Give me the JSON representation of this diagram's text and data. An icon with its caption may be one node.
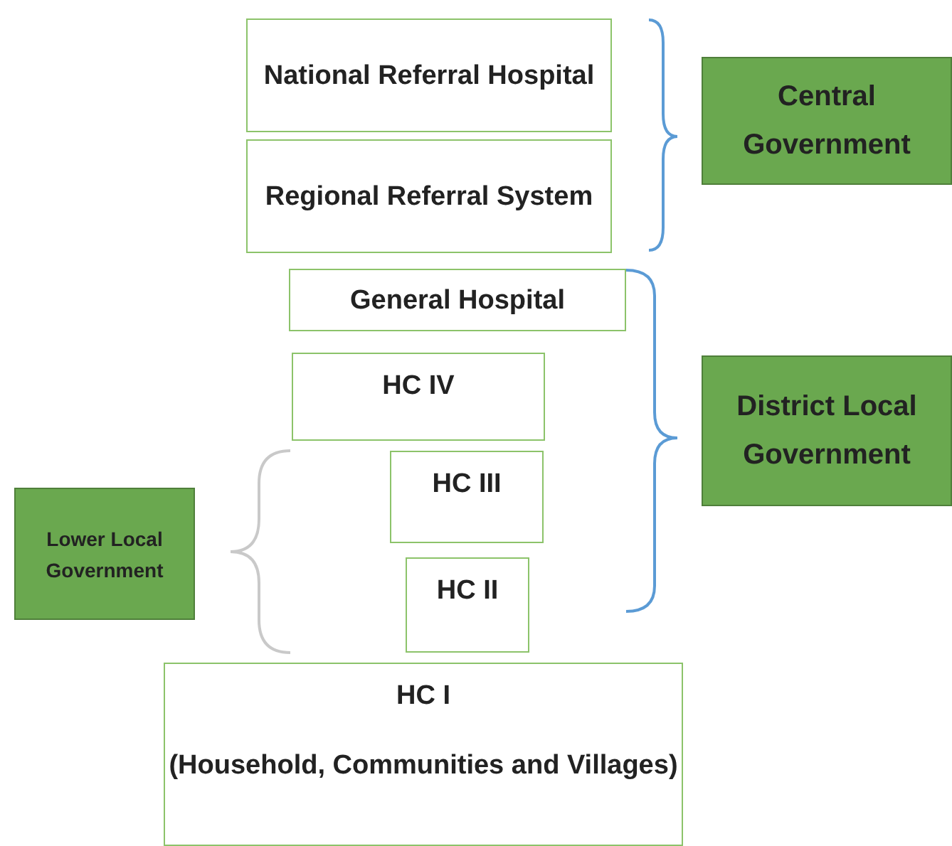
{
  "diagram": {
    "nodes": [
      {
        "text": [
          "National Referral Hospital"
        ]
      },
      {
        "text": [
          "Regional Referral System"
        ]
      },
      {
        "text": [
          "Central Government"
        ]
      },
      {
        "text": [
          "General Hospital"
        ]
      },
      {
        "text": [
          "HC IV"
        ]
      },
      {
        "text": [
          "District Local Government"
        ]
      },
      {
        "text": [
          "Lower Local Government"
        ]
      },
      {
        "text": [
          "HC III"
        ]
      },
      {
        "text": [
          "HC II"
        ]
      },
      {
        "text": [
          "HC I",
          "(Household, Communities and Villages)"
        ]
      }
    ]
  }
}
